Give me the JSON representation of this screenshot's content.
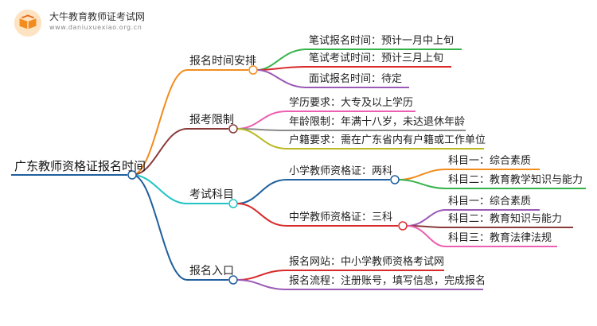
{
  "logo": {
    "title": "大牛教育教师证考试网",
    "url": "www.daniuxuexiao.org.cn"
  },
  "mindmap": {
    "root": "广东教师资格证报名时间",
    "branches": [
      {
        "label": "报名时间安排",
        "color": "#f28c1e",
        "children": [
          {
            "label": "笔试报名时间：预计一月中上旬",
            "color": "#35b34a"
          },
          {
            "label": "笔试考试时间：预计三月上旬",
            "color": "#d92a2a"
          },
          {
            "label": "面试报名时间：待定",
            "color": "#9b59b6"
          }
        ]
      },
      {
        "label": "报考限制",
        "color": "#8b3a3a",
        "children": [
          {
            "label": "学历要求：大专及以上学历",
            "color": "#ec5fb0"
          },
          {
            "label": "年龄限制：年满十八岁，未达退休年龄",
            "color": "#8a8a8a"
          },
          {
            "label": "户籍要求：需在广东省内有户籍或工作单位",
            "color": "#b8b81e"
          }
        ]
      },
      {
        "label": "考试科目",
        "color": "#21c4c4",
        "children": [
          {
            "label": "小学教师资格证：两科",
            "color": "#1f5f9e",
            "children": [
              {
                "label": "科目一：综合素质",
                "color": "#f28c1e"
              },
              {
                "label": "科目二：教育教学知识与能力",
                "color": "#35b34a"
              }
            ]
          },
          {
            "label": "中学教师资格证：三科",
            "color": "#d92a2a",
            "children": [
              {
                "label": "科目一：综合素质",
                "color": "#9b59b6"
              },
              {
                "label": "科目二：教育知识与能力",
                "color": "#8b3a3a"
              },
              {
                "label": "科目三：教育法律法规",
                "color": "#ec5fb0"
              }
            ]
          }
        ]
      },
      {
        "label": "报名入口",
        "color": "#1f5f9e",
        "children": [
          {
            "label": "报名网站：中小学教师资格考试网",
            "color": "#d92a2a"
          },
          {
            "label": "报名流程：注册账号，填写信息，完成报名",
            "color": "#9b59b6"
          }
        ]
      }
    ]
  }
}
